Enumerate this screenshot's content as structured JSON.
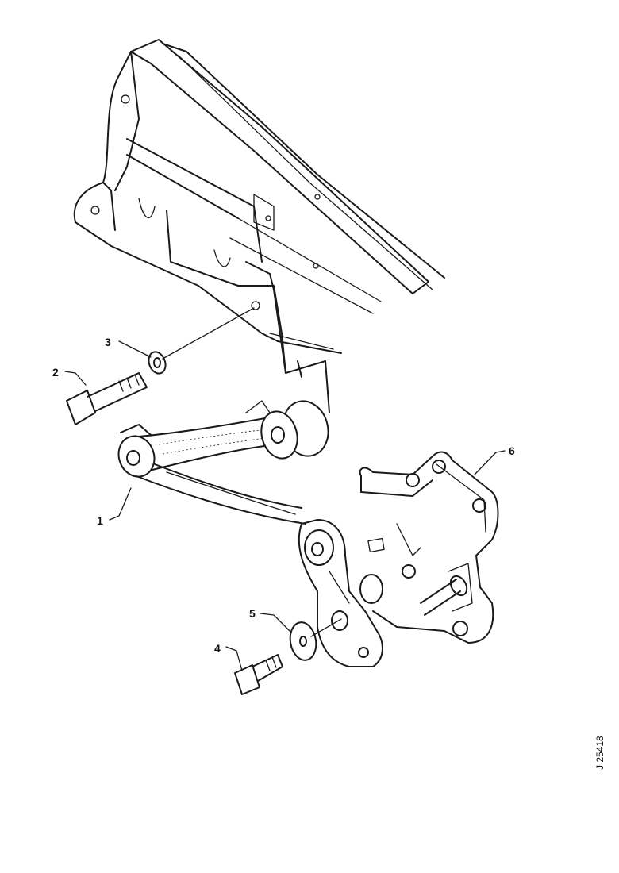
{
  "diagram": {
    "callouts": [
      {
        "id": "1",
        "label": "1"
      },
      {
        "id": "2",
        "label": "2"
      },
      {
        "id": "3",
        "label": "3"
      },
      {
        "id": "4",
        "label": "4"
      },
      {
        "id": "5",
        "label": "5"
      },
      {
        "id": "6",
        "label": "6"
      }
    ],
    "reference_code": "J 25418"
  }
}
